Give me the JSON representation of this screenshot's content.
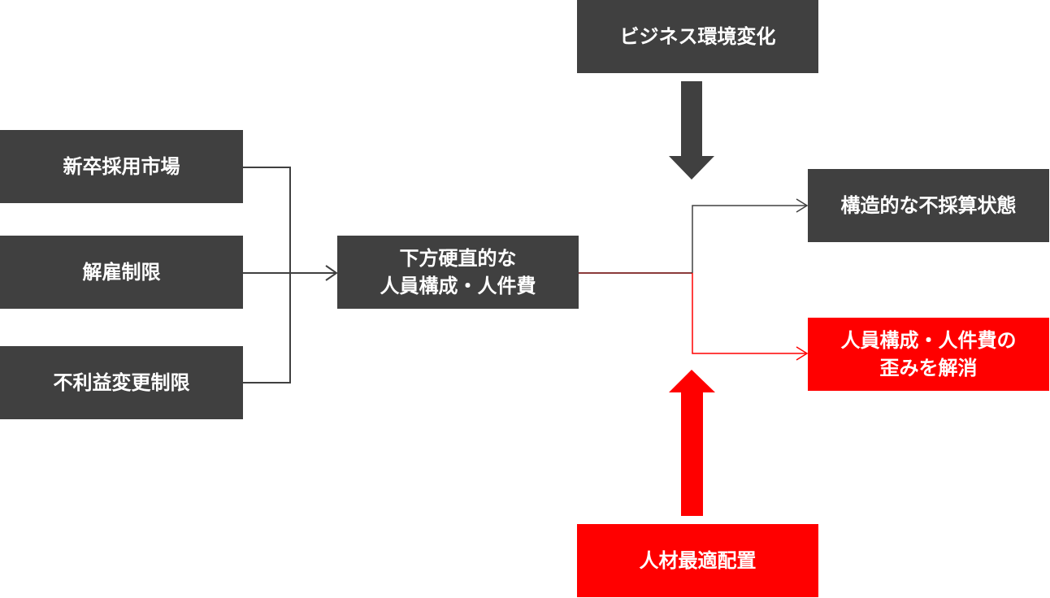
{
  "diagram": {
    "new_grad_market": "新卒採用市場",
    "dismissal_restriction": "解雇制限",
    "adverse_change_restriction": "不利益変更制限",
    "rigid_structure": [
      "下方硬直的な",
      "人員構成・人件費"
    ],
    "business_change": "ビジネス環境変化",
    "structural_deficit": "構造的な不採算状態",
    "resolve_distortion": [
      "人員構成・人件費の",
      "歪みを解消"
    ],
    "optimal_placement": "人材最適配置"
  },
  "colors": {
    "dark_box": "#404040",
    "red_box": "#ff0000",
    "connector_dark": "#404040",
    "connector_mid": "#8b3a3a",
    "connector_red": "#ff0000",
    "text": "#ffffff"
  }
}
